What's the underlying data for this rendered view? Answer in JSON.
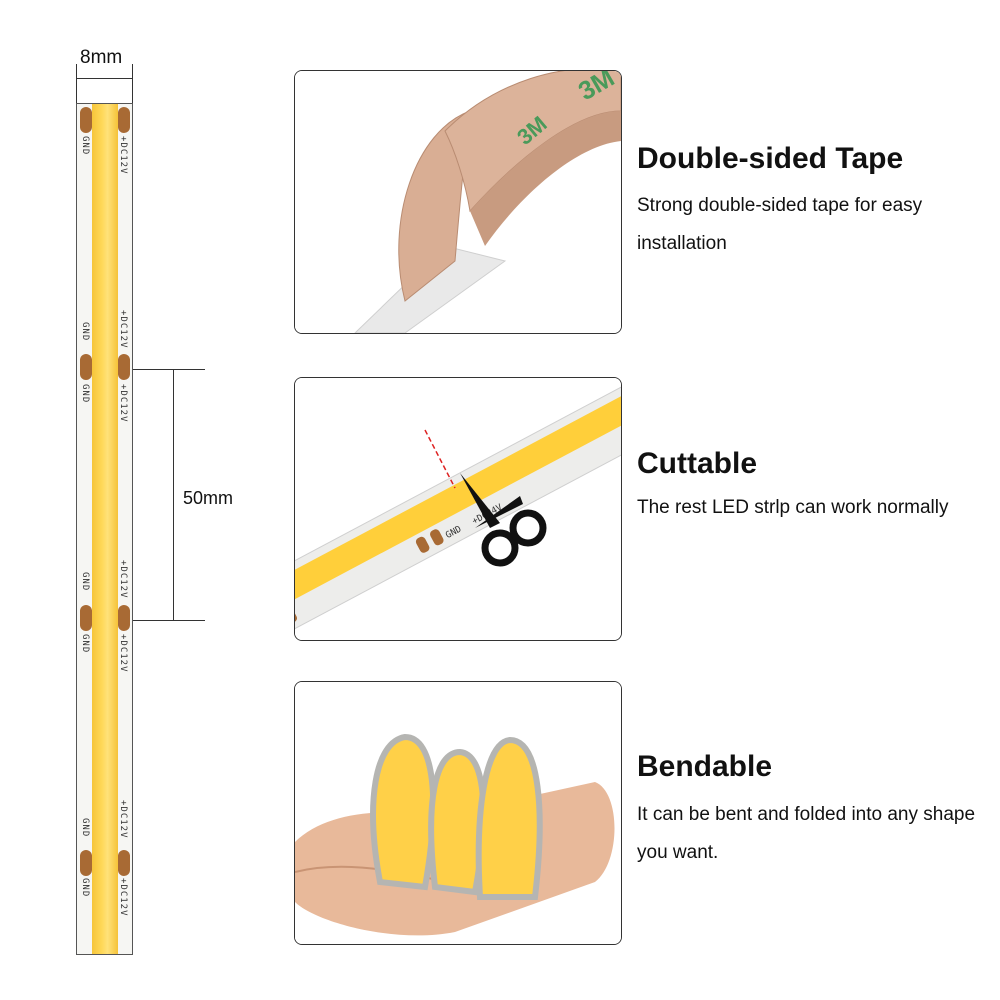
{
  "strip": {
    "width_label": "8mm",
    "cut_length_label": "50mm",
    "pad_label_gnd": "GND",
    "pad_label_dc": "+DC12V",
    "led_color": "#ffd95a",
    "pad_color": "#a86a34"
  },
  "features": [
    {
      "title": "Double-sided Tape",
      "description": "Strong double-sided tape for easy installation",
      "photo_text": "3M",
      "photo_icon": "tape-roll-photo"
    },
    {
      "title": "Cuttable",
      "description": "The rest LED strlp can work normally",
      "photo_text_1": "GND",
      "photo_text_2": "+DC24V",
      "photo_icon": "scissors-icon"
    },
    {
      "title": "Bendable",
      "description": "It can be bent and folded into any shape you want.",
      "photo_icon": "hand-holding-strip-photo"
    }
  ]
}
